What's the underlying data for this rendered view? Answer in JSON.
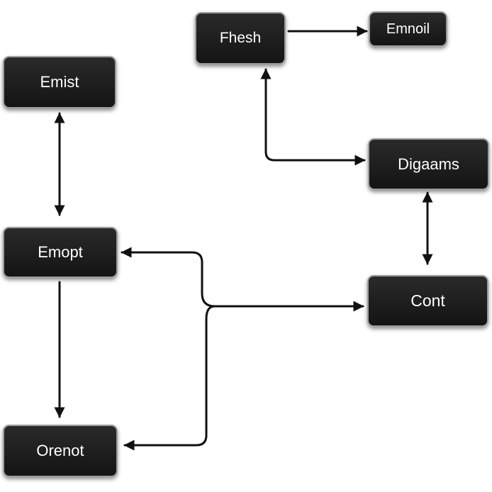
{
  "diagram": {
    "nodes": [
      {
        "id": "emist",
        "label": "Emist"
      },
      {
        "id": "emopt",
        "label": "Emopt"
      },
      {
        "id": "orenot",
        "label": "Orenot"
      },
      {
        "id": "fhesh",
        "label": "Fhesh"
      },
      {
        "id": "emnoil",
        "label": "Emnoil"
      },
      {
        "id": "digaams",
        "label": "Digaams"
      },
      {
        "id": "cont",
        "label": "Cont"
      }
    ],
    "edges": [
      {
        "from": "emist",
        "to": "emopt",
        "direction": "both"
      },
      {
        "from": "emopt",
        "to": "orenot",
        "direction": "forward"
      },
      {
        "from": "fhesh",
        "to": "emnoil",
        "direction": "forward"
      },
      {
        "from": "fhesh",
        "to": "digaams",
        "direction": "both"
      },
      {
        "from": "digaams",
        "to": "cont",
        "direction": "both"
      },
      {
        "from": "cont",
        "to": "emopt",
        "direction": "both"
      },
      {
        "from": "cont",
        "to": "orenot",
        "direction": "forward"
      }
    ],
    "colors": {
      "node_fill": "#1c1c1c",
      "node_border": "#9c9c9c",
      "line": "#111111",
      "background": "#ffffff"
    }
  }
}
